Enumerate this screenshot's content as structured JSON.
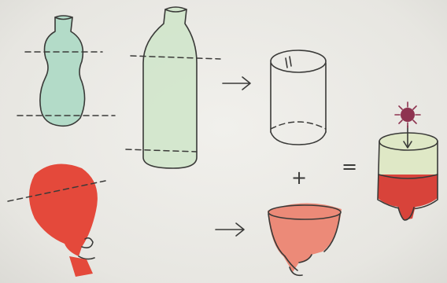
{
  "operators": {
    "plus": "+",
    "equals": "="
  },
  "icons": {
    "small_bottle": "small-plastic-bottle",
    "large_bottle": "large-plastic-bottle",
    "balloon": "balloon",
    "arrow": "right-arrow",
    "tube": "cut-bottle-section",
    "cup": "balloon-cut-top",
    "result": "assembled-pom-pom-shooter",
    "pompom": "pom-pom"
  },
  "colors": {
    "small_bottle_fill": "#a9d8c3",
    "large_bottle_fill": "#cfe5c9",
    "balloon_fill": "#e4493b",
    "cup_fill": "#ec8a78",
    "result_top_fill": "#dfe8c6",
    "result_bottom_fill": "#d8433a",
    "pompom_fill": "#8e3450",
    "ink": "#3a3a38"
  }
}
